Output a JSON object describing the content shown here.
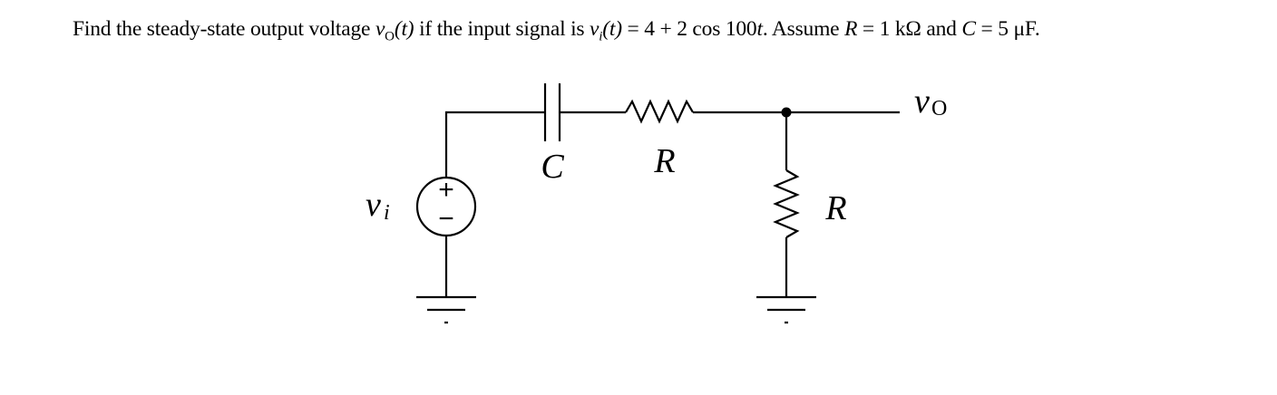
{
  "problem": {
    "find_prefix": "Find the steady-state output voltage ",
    "vo_symbol": "v",
    "vo_subscript": "O",
    "vo_arg": "(t)",
    "mid_text": " if the input signal is ",
    "vi_symbol": "v",
    "vi_subscript": "i",
    "vi_arg": "(t)",
    "equation_rhs": " = 4 + 2 cos 100",
    "equation_t": "t",
    "assume_text": ". Assume ",
    "r_symbol": "R",
    "r_value": " = 1 kΩ",
    "and_text": " and ",
    "c_symbol": "C",
    "c_value": " = 5 μF."
  },
  "circuit": {
    "capacitor_label": "C",
    "series_resistor_label": "R",
    "shunt_resistor_label": "R",
    "input_label_main": "v",
    "input_label_sub": "i",
    "output_label_main": "v",
    "output_label_sub": "O",
    "source_plus": "+",
    "source_minus": "−"
  }
}
